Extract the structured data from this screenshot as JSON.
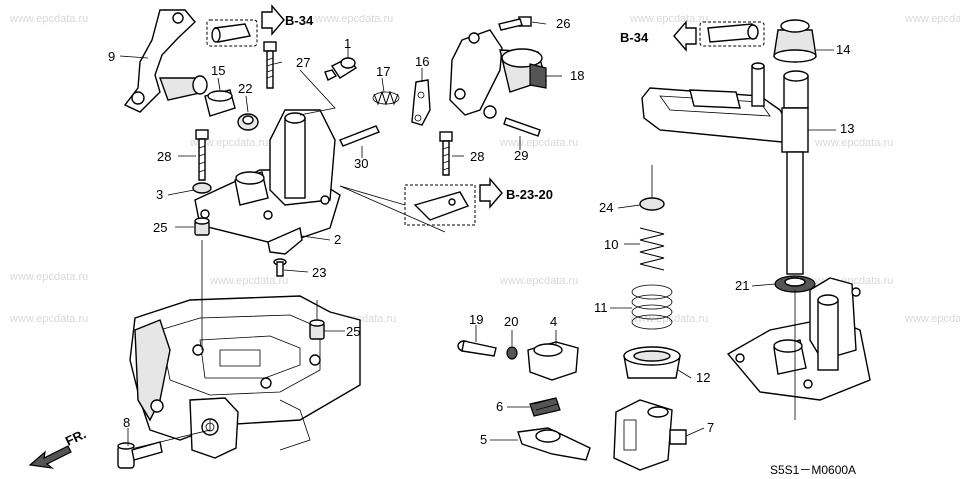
{
  "watermark": "www.epcdata.ru",
  "diagram_code": "S5S1－M0600A",
  "direction_label": "FR.",
  "references": [
    "B-34",
    "B-34",
    "B-23-20"
  ],
  "callouts": [
    "1",
    "2",
    "3",
    "4",
    "5",
    "6",
    "7",
    "8",
    "9",
    "10",
    "11",
    "12",
    "13",
    "14",
    "15",
    "16",
    "17",
    "18",
    "19",
    "20",
    "21",
    "22",
    "23",
    "24",
    "25",
    "25",
    "26",
    "27",
    "28",
    "28",
    "29",
    "30"
  ]
}
